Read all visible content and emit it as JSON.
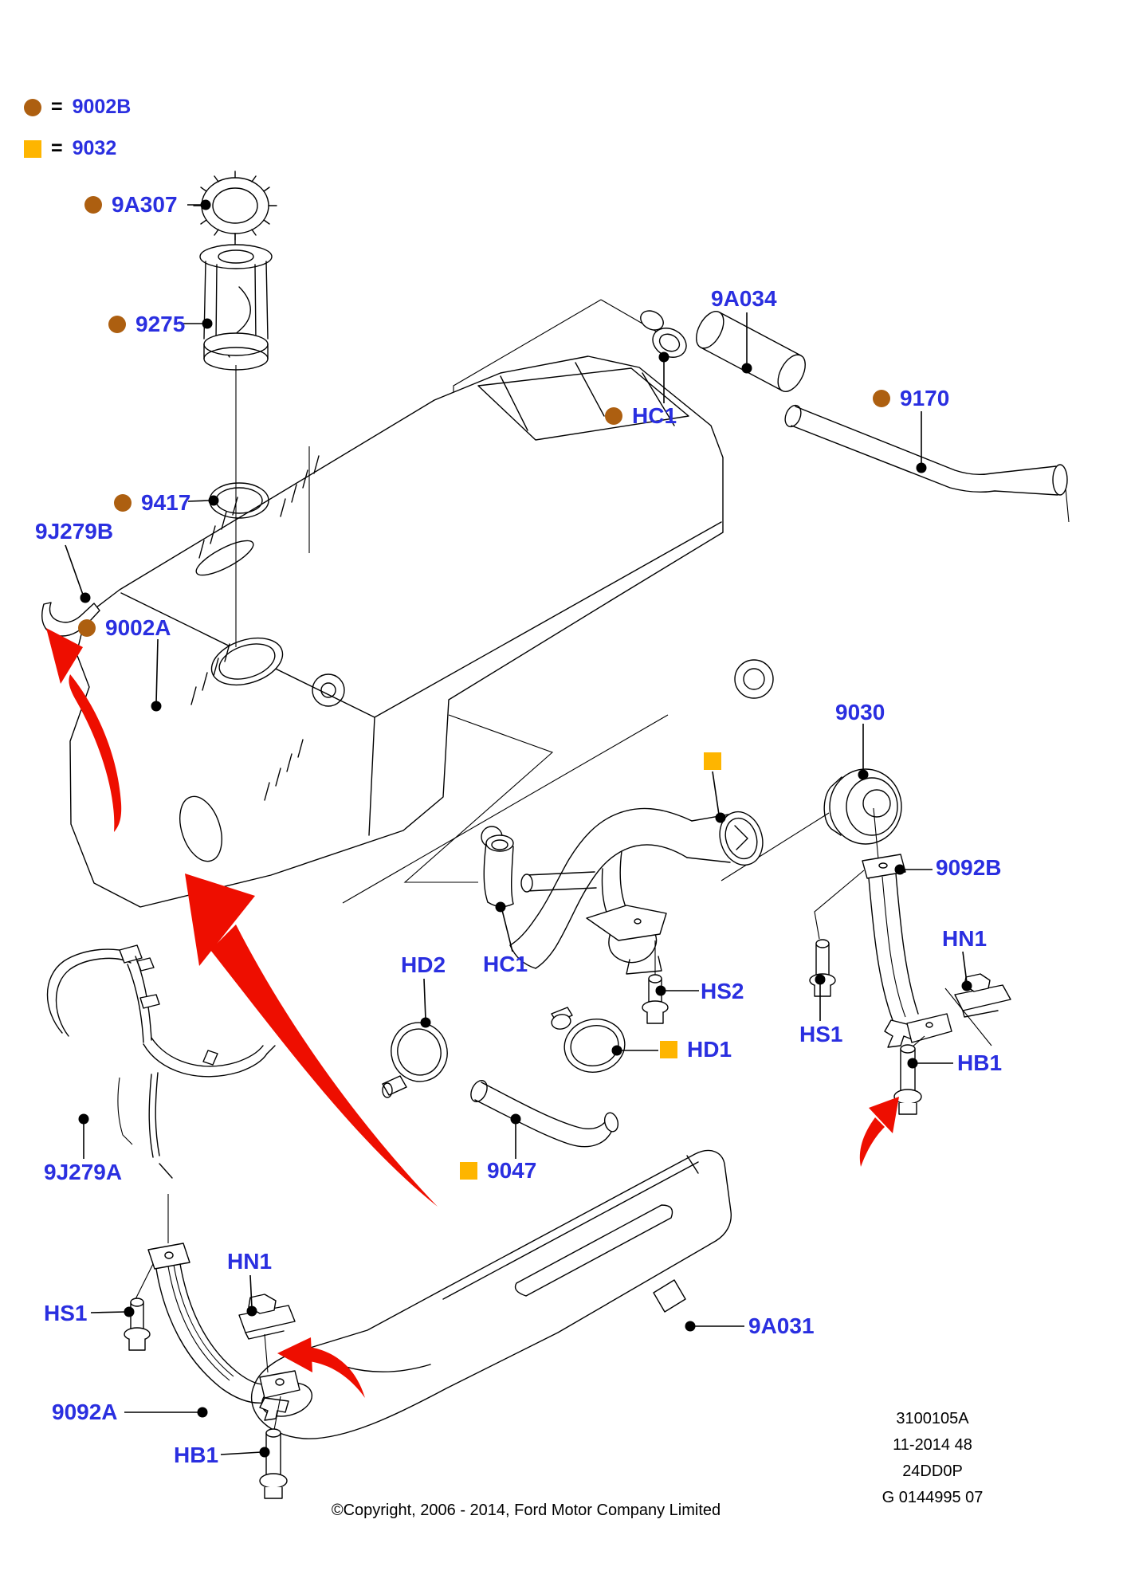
{
  "document": {
    "type": "parts-exploded-diagram",
    "subject": "Fuel tank and related parts"
  },
  "colors": {
    "label_blue": "#2a2fe0",
    "marker_brown": "#ad5f10",
    "marker_orange": "#feb500",
    "arrow_red": "#ee0e00",
    "line_black": "#000000"
  },
  "legend": {
    "items": [
      {
        "symbol": "brown-circle",
        "equals": "=",
        "code": "9002B"
      },
      {
        "symbol": "orange-square",
        "equals": "=",
        "code": "9032"
      }
    ]
  },
  "labels": {
    "p9a307": "9A307",
    "p9275": "9275",
    "p9417": "9417",
    "p9j279b": "9J279B",
    "p9002a": "9002A",
    "p9a034": "9A034",
    "phc1_top": "HC1",
    "p9170": "9170",
    "p9030": "9030",
    "p9092b": "9092B",
    "phn1_right": "HN1",
    "phs1_right": "HS1",
    "phb1_right": "HB1",
    "phd2": "HD2",
    "phc1_mid": "HC1",
    "phs2": "HS2",
    "phd1": "HD1",
    "p9047": "9047",
    "p9j279a": "9J279A",
    "phn1_left": "HN1",
    "phs1_left": "HS1",
    "p9092a": "9092A",
    "phb1_left": "HB1",
    "p9a031": "9A031"
  },
  "footer": {
    "copyright": "©Copyright, 2006 - 2014, Ford Motor Company Limited"
  },
  "revision": {
    "lines": [
      "3100105A",
      "11-2014 48",
      "24DD0P",
      "G 0144995 07"
    ]
  }
}
